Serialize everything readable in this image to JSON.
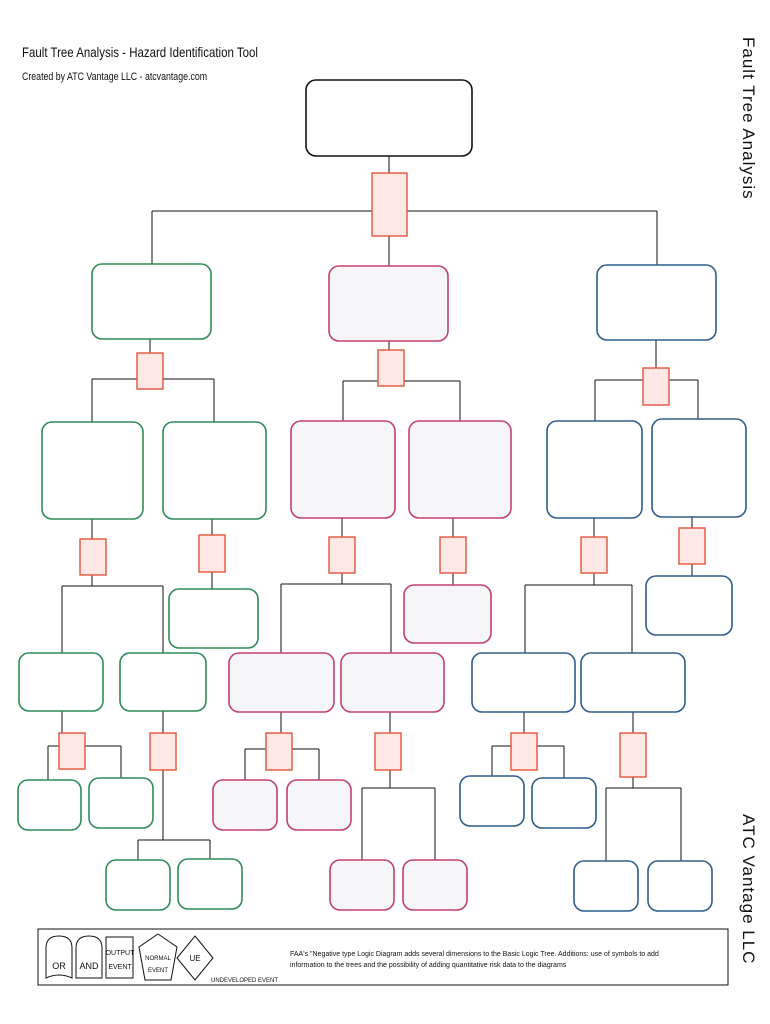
{
  "header": {
    "title": "Fault Tree Analysis - Hazard Identification Tool",
    "subtitle": "Created by ATC Vantage LLC - atcvantage.com"
  },
  "side_labels": {
    "top": "Fault Tree Analysis",
    "bottom": "ATC Vantage LLC"
  },
  "colors": {
    "root": "#111111",
    "green": "#2e8b57",
    "pink": "#c2406e",
    "blue": "#2f5d8e",
    "gate_stroke": "#e2553a",
    "gate_fill": "#fde8e6",
    "pink_fill": "#f6f6f8"
  },
  "legend": {
    "or_label": "OR",
    "and_label": "AND",
    "output_label_1": "OUTPUT",
    "output_label_2": "EVENT",
    "normal_label_1": "NORMAL",
    "normal_label_2": "EVENT",
    "ue_label": "UE",
    "undeveloped_label": "UNDEVELOPED EVENT",
    "description_1": "FAA's \"Negative type Logic Diagram adds several dimensions to the Basic Logic Tree.  Additions: use of symbols to add",
    "description_2": "information to the trees and the possibility of adding quantitative risk data to the diagrams"
  }
}
